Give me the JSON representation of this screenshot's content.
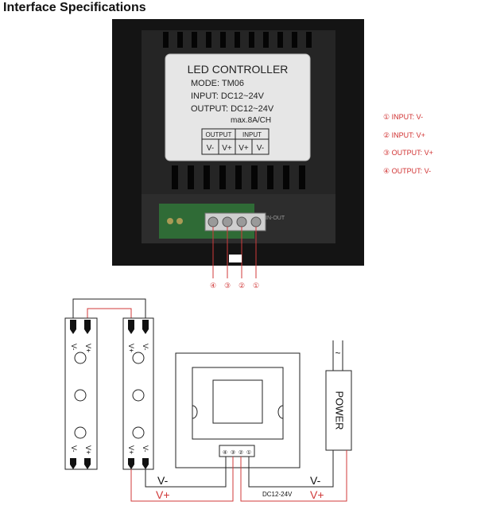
{
  "title": "Interface Specifications",
  "label": {
    "heading": "LED CONTROLLER",
    "mode": "MODE: TM06",
    "input": "INPUT: DC12~24V",
    "output": "OUTPUT: DC12~24V",
    "max": "max.8A/CH",
    "table_output": "OUTPUT",
    "table_input": "INPUT",
    "cells": [
      "V-",
      "V+",
      "V+",
      "V-"
    ]
  },
  "pcb_text": "IN-OUT",
  "terminal_numbers": [
    "④",
    "③",
    "②",
    "①"
  ],
  "legend": [
    {
      "num": "①",
      "text": "INPUT: V-"
    },
    {
      "num": "②",
      "text": "INPUT: V+"
    },
    {
      "num": "③",
      "text": "OUTPUT: V+"
    },
    {
      "num": "④",
      "text": "OUTPUT: V-"
    }
  ],
  "wiring": {
    "strip_left_top": [
      "V-",
      "V+"
    ],
    "strip_left_bottom": [
      "V-",
      "V+"
    ],
    "strip_right_top": [
      "V+",
      "V-"
    ],
    "strip_right_bottom": [
      "V+",
      "V-"
    ],
    "controller_terminals": [
      "④",
      "③",
      "②",
      "①"
    ],
    "power_symbol": "~",
    "power_label": "POWER",
    "vminus_left": "V-",
    "vplus_left": "V+",
    "vminus_right": "V-",
    "vplus_right": "V+",
    "voltage": "DC12-24V"
  },
  "colors": {
    "wire_red": "#d03a3a",
    "wire_black": "#222222",
    "device": "#1a1a1a"
  }
}
